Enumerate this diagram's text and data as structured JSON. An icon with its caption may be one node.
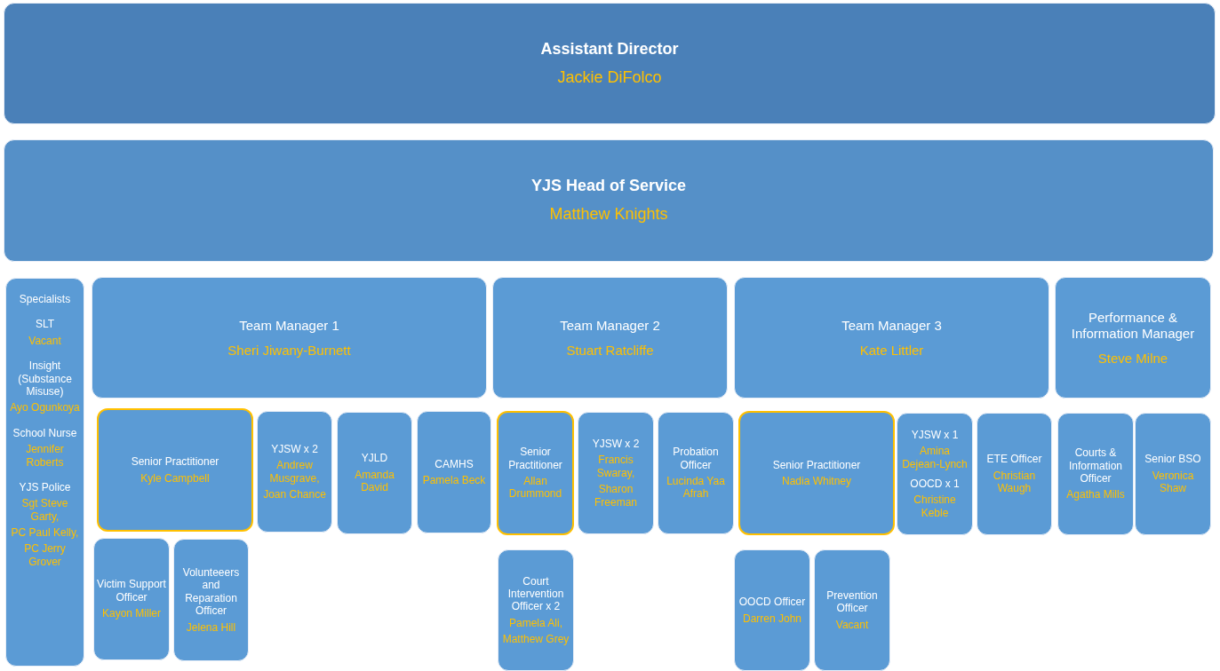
{
  "diagram": {
    "nodes": [
      {
        "text": [
          "Assistant Director",
          "Jackie DiFolco"
        ]
      },
      {
        "text": [
          "YJS Head of Service",
          "Matthew Knights"
        ]
      },
      {
        "text": [
          "Specialists",
          "SLT",
          "Vacant",
          "Insight (Substance Misuse)",
          "Ayo Ogunkoya",
          "School Nurse",
          "Jennifer Roberts",
          "YJS Police",
          "Sgt Steve Garty,",
          "PC Paul Kelly,",
          "PC Jerry Grover"
        ]
      },
      {
        "text": [
          "Team Manager 1",
          "Sheri Jiwany-Burnett"
        ]
      },
      {
        "text": [
          "Team Manager 2",
          "Stuart Ratcliffe"
        ]
      },
      {
        "text": [
          "Team Manager 3",
          "Kate Littler"
        ]
      },
      {
        "text": [
          "Performance & Information Manager",
          "Steve Milne"
        ]
      },
      {
        "text": [
          "Senior Practitioner",
          "Kyle Campbell"
        ]
      },
      {
        "text": [
          "YJSW x 2",
          "Andrew Musgrave,",
          "Joan Chance"
        ]
      },
      {
        "text": [
          "YJLD",
          "Amanda David"
        ]
      },
      {
        "text": [
          "CAMHS",
          "Pamela Beck"
        ]
      },
      {
        "text": [
          "Senior Practitioner",
          "Allan Drummond"
        ]
      },
      {
        "text": [
          "YJSW x 2",
          "Francis Swaray,",
          "Sharon Freeman"
        ]
      },
      {
        "text": [
          "Probation Officer",
          "Lucinda Yaa Afrah"
        ]
      },
      {
        "text": [
          "Senior Practitioner",
          "Nadia Whitney"
        ]
      },
      {
        "text": [
          "YJSW x 1",
          "Amina Dejean-Lynch",
          "OOCD x 1",
          "Christine Keble"
        ]
      },
      {
        "text": [
          "ETE Officer",
          "Christian Waugh"
        ]
      },
      {
        "text": [
          "Courts & Information Officer",
          "Agatha Mills"
        ]
      },
      {
        "text": [
          "Senior BSO",
          "Veronica Shaw"
        ]
      },
      {
        "text": [
          "Victim Support Officer",
          "Kayon Miller"
        ]
      },
      {
        "text": [
          "Volunteeers and Reparation Officer",
          "Jelena Hill"
        ]
      },
      {
        "text": [
          "Court Intervention Officer x 2",
          "Pamela Ali,",
          "Matthew Grey"
        ]
      },
      {
        "text": [
          "OOCD Officer",
          "Darren John"
        ]
      },
      {
        "text": [
          "Prevention Officer",
          "Vacant"
        ]
      }
    ]
  }
}
